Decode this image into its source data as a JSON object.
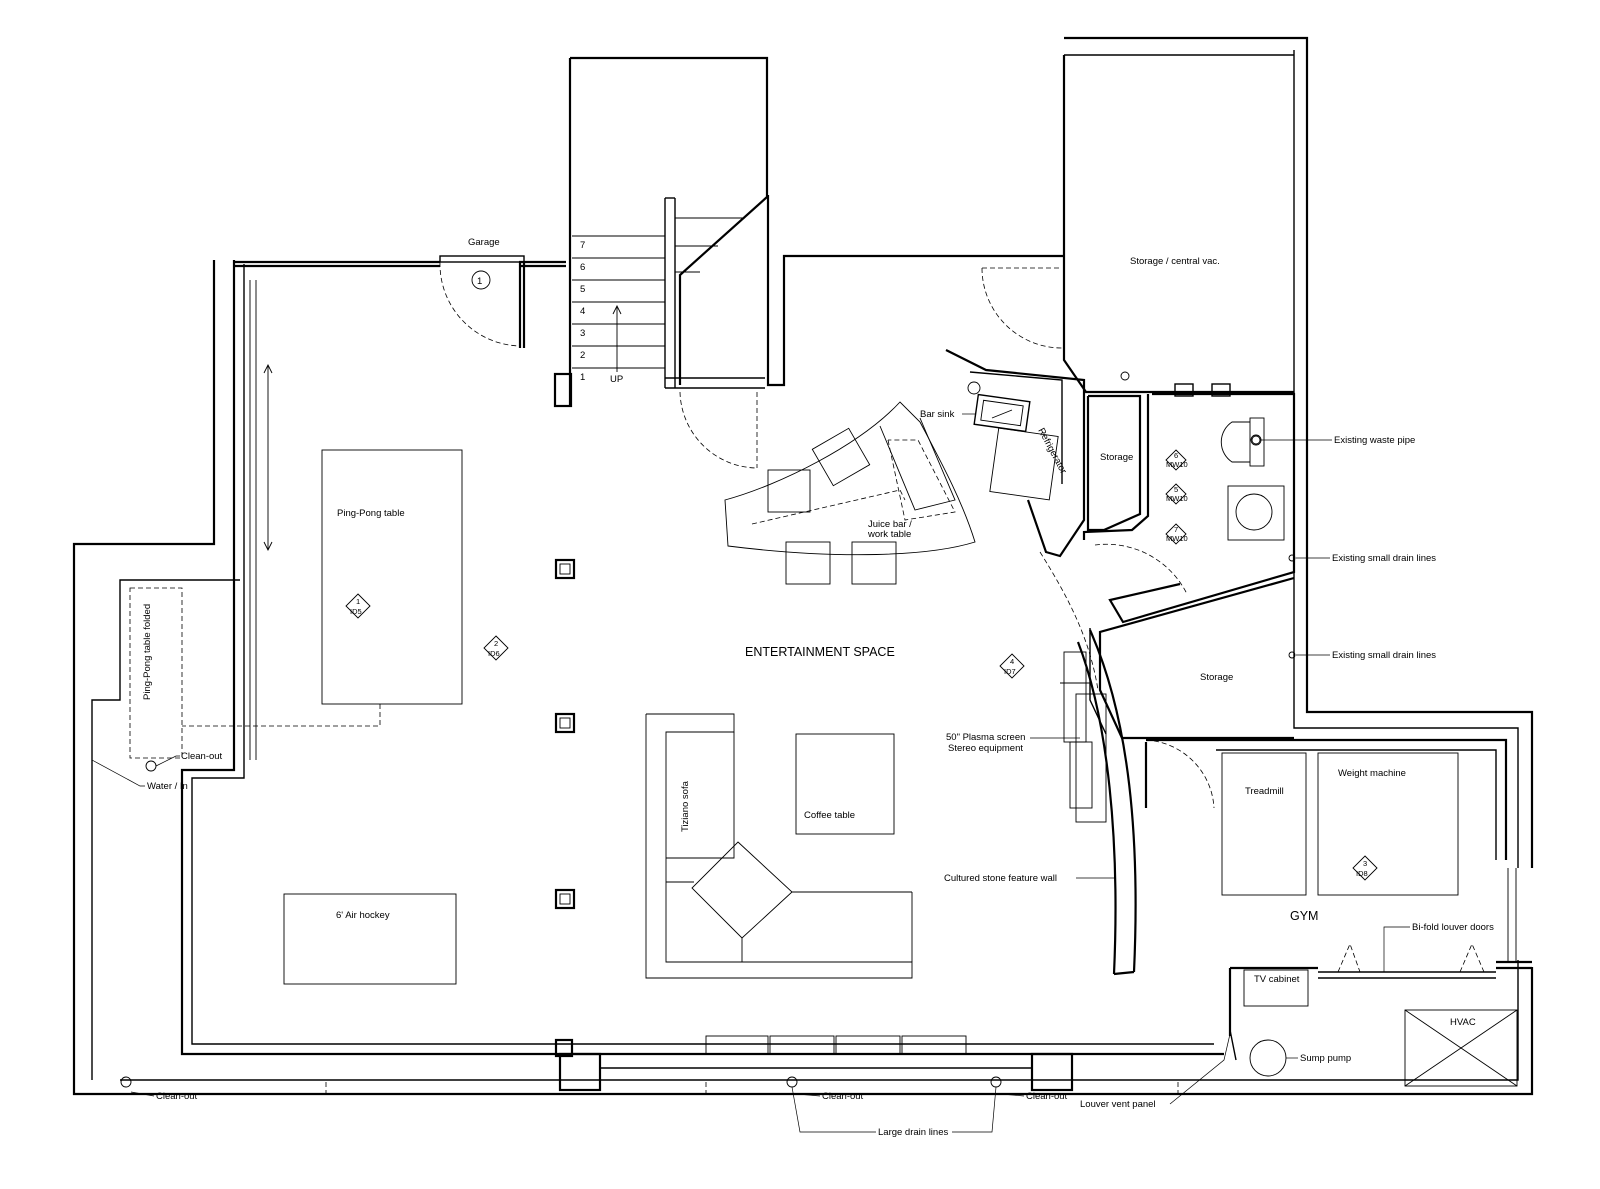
{
  "rooms": {
    "entertainment": "ENTERTAINMENT SPACE",
    "gym": "GYM",
    "storage_central_vac": "Storage / central vac.",
    "storage_small": "Storage",
    "storage_right": "Storage",
    "garage": "Garage",
    "hvac": "HVAC"
  },
  "furniture": {
    "ping_pong_table": "Ping-Pong table",
    "ping_pong_folded": "Ping-Pong table folded",
    "air_hockey": "6' Air hockey",
    "sofa": "Tiziano sofa",
    "coffee_table": "Coffee table",
    "juice_bar_1": "Juice bar /",
    "juice_bar_2": "work table",
    "bar_sink": "Bar sink",
    "refrigerator": "Refrigerator",
    "treadmill": "Treadmill",
    "weight_machine": "Weight machine",
    "tv_cabinet": "TV cabinet"
  },
  "stair": {
    "steps": [
      "1",
      "2",
      "3",
      "4",
      "5",
      "6",
      "7"
    ],
    "up": "UP"
  },
  "notes": {
    "existing_waste_pipe": "Existing waste pipe",
    "drain_lines_1": "Existing small drain lines",
    "drain_lines_2": "Existing small drain lines",
    "plasma_1": "50\" Plasma screen",
    "plasma_2": "Stereo equipment",
    "feature_wall": "Cultured stone feature wall",
    "bifold": "Bi-fold louver doors",
    "sump_pump": "Sump pump",
    "louver_vent": "Louver vent panel",
    "clean_out_1": "Clean-out",
    "water_in": "Water / In",
    "clean_out_2": "Clean-out",
    "clean_out_3": "Clean-out",
    "clean_out_4": "Clean-out",
    "large_drain": "Large drain lines"
  },
  "tags": {
    "door_1": "1",
    "id5_num": "1",
    "id5_code": "ID5",
    "id6_num": "2",
    "id6_code": "ID6",
    "id7_num": "4",
    "id7_code": "ID7",
    "id8_num": "3",
    "id8_code": "ID8",
    "mw6_num": "6",
    "mw6_code": "MW10",
    "mw5_num": "5",
    "mw5_code": "MW10",
    "mw7_num": "7",
    "mw7_code": "MW10"
  }
}
